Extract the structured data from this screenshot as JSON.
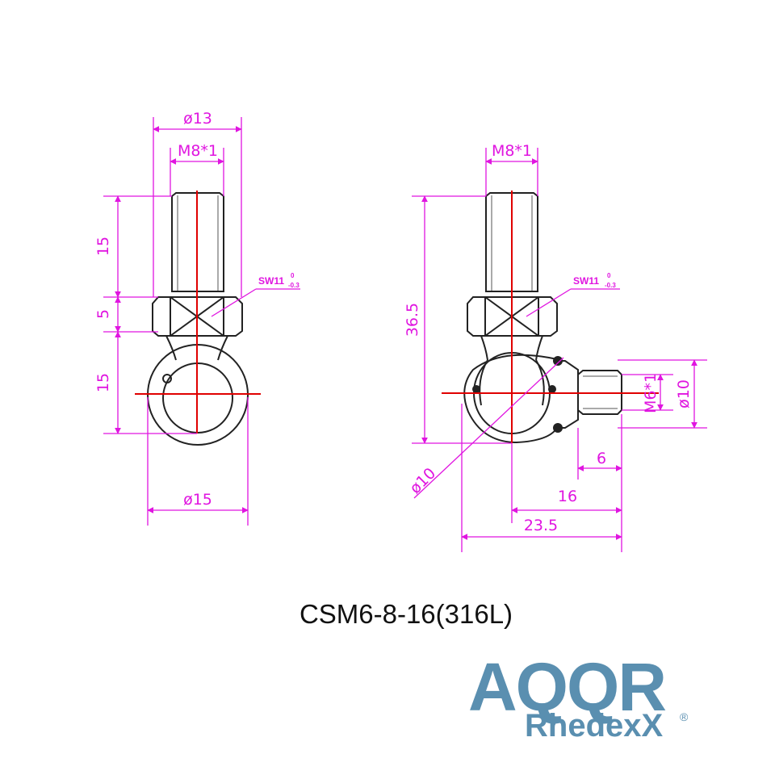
{
  "front_view": {
    "dia_head": "ø13",
    "thread": "M8*1",
    "len_thread": "15",
    "len_hex": "5",
    "len_eye": "15",
    "wrench": "SW11",
    "tol_upper": "0",
    "tol_lower": "-0.3",
    "dia_eye": "ø15"
  },
  "side_view": {
    "thread": "M8*1",
    "wrench": "SW11",
    "tol_upper": "0",
    "tol_lower": "-0.3",
    "height": "36.5",
    "side_thread": "M6*1",
    "dia_stud": "ø10",
    "len_6": "6",
    "len_16": "16",
    "len_total": "23.5",
    "dia_ball": "ø10"
  },
  "part_number": "CSM6-8-16(316L)",
  "logo": {
    "main": "AQQR",
    "sub": "RhedexX",
    "reg": "®"
  },
  "colors": {
    "dimension": "#e015e0",
    "centerline": "#e00000",
    "outline": "#222222",
    "logo": "#5a8fb0"
  }
}
